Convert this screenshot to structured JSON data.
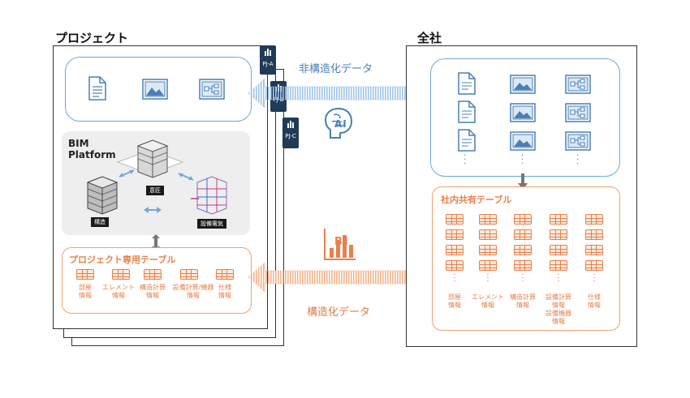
{
  "project": {
    "title": "プロジェクト",
    "tabs": [
      "PJ-A",
      "PJ-B",
      "PJ-C"
    ],
    "bim": {
      "title_line1": "BIM",
      "title_line2": "Platform",
      "models": [
        "意匠",
        "構造",
        "設備電気"
      ]
    },
    "table": {
      "title": "プロジェクト専用テーブル",
      "items": [
        {
          "line1": "部屋",
          "line2": "情報"
        },
        {
          "line1": "エレメント",
          "line2": "情報"
        },
        {
          "line1": "構造計算",
          "line2": "情報"
        },
        {
          "line1": "設備計算/機器",
          "line2": "情報"
        },
        {
          "line1": "仕様",
          "line2": "情報"
        }
      ]
    }
  },
  "company": {
    "title": "全社",
    "table": {
      "title": "社内共有テーブル",
      "items": [
        {
          "line1": "部屋",
          "line2": "情報",
          "line3": "",
          "line4": ""
        },
        {
          "line1": "エレメント",
          "line2": "情報",
          "line3": "",
          "line4": ""
        },
        {
          "line1": "構造計算",
          "line2": "情報",
          "line3": "",
          "line4": ""
        },
        {
          "line1": "設備計算",
          "line2": "情報",
          "line3": "設備機器",
          "line4": "情報"
        },
        {
          "line1": "仕様",
          "line2": "情報",
          "line3": "",
          "line4": ""
        }
      ]
    }
  },
  "flows": {
    "unstructured": "非構造化データ",
    "structured": "構造化データ",
    "ai": "AI",
    "bi": "BI"
  },
  "colors": {
    "blue": "#6fa8dc",
    "orange": "#e8804a",
    "navy": "#1f3b57"
  }
}
